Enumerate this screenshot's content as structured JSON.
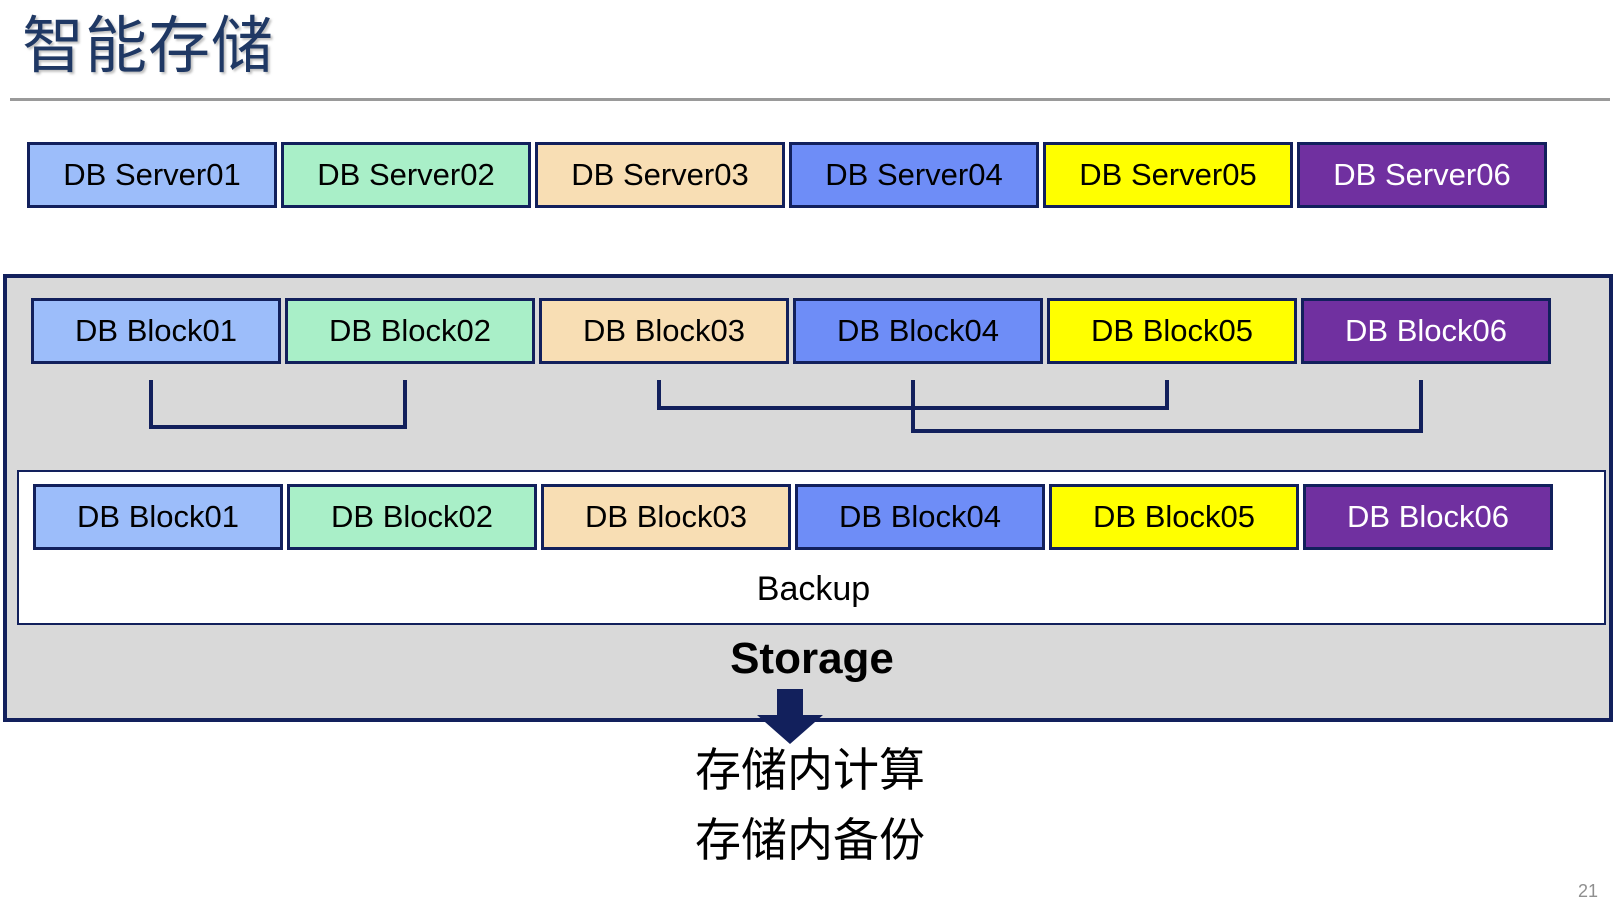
{
  "slide": {
    "title": "智能存储",
    "page_number": "21"
  },
  "colors": {
    "title_text": "#1F3864",
    "rule": "#9A9A9A",
    "node_border": "#12205C",
    "storage_fill": "#D9D9D9",
    "backup_fill": "#FFFFFF",
    "connector": "#12205C",
    "arrow": "#12205C",
    "swatch_blue_light": "#9CBDFA",
    "swatch_green_light": "#A9EFC8",
    "swatch_peach": "#F8DEB4",
    "swatch_blue_medium": "#6E8DF7",
    "swatch_yellow": "#FFFF00",
    "swatch_purple": "#7030A0",
    "page_number_text": "#8F8F8F"
  },
  "server_row": {
    "name": "DB Server row",
    "items": [
      {
        "label": "DB Server01",
        "fill": "#9CBDFA",
        "text": "#000000"
      },
      {
        "label": "DB Server02",
        "fill": "#A9EFC8",
        "text": "#000000"
      },
      {
        "label": "DB Server03",
        "fill": "#F8DEB4",
        "text": "#000000"
      },
      {
        "label": "DB Server04",
        "fill": "#6E8DF7",
        "text": "#000000"
      },
      {
        "label": "DB Server05",
        "fill": "#FFFF00",
        "text": "#000000"
      },
      {
        "label": "DB Server06",
        "fill": "#7030A0",
        "text": "#FFFFFF"
      }
    ]
  },
  "storage": {
    "label": "Storage",
    "backup_label": "Backup",
    "primary_blocks": [
      {
        "label": "DB Block01",
        "fill": "#9CBDFA",
        "text": "#000000"
      },
      {
        "label": "DB Block02",
        "fill": "#A9EFC8",
        "text": "#000000"
      },
      {
        "label": "DB Block03",
        "fill": "#F8DEB4",
        "text": "#000000"
      },
      {
        "label": "DB Block04",
        "fill": "#6E8DF7",
        "text": "#000000"
      },
      {
        "label": "DB Block05",
        "fill": "#FFFF00",
        "text": "#000000"
      },
      {
        "label": "DB Block06",
        "fill": "#7030A0",
        "text": "#FFFFFF"
      }
    ],
    "backup_blocks": [
      {
        "label": "DB Block01",
        "fill": "#9CBDFA",
        "text": "#000000"
      },
      {
        "label": "DB Block02",
        "fill": "#A9EFC8",
        "text": "#000000"
      },
      {
        "label": "DB Block03",
        "fill": "#F8DEB4",
        "text": "#000000"
      },
      {
        "label": "DB Block04",
        "fill": "#6E8DF7",
        "text": "#000000"
      },
      {
        "label": "DB Block05",
        "fill": "#FFFF00",
        "text": "#000000"
      },
      {
        "label": "DB Block06",
        "fill": "#7030A0",
        "text": "#FFFFFF"
      }
    ],
    "connections": [
      {
        "from": "DB Block01",
        "to": "DB Block02"
      },
      {
        "from": "DB Block03",
        "to": "DB Block05"
      },
      {
        "from": "DB Block04",
        "to": "DB Block06"
      }
    ]
  },
  "captions": [
    "存储内计算",
    "存储内备份"
  ]
}
